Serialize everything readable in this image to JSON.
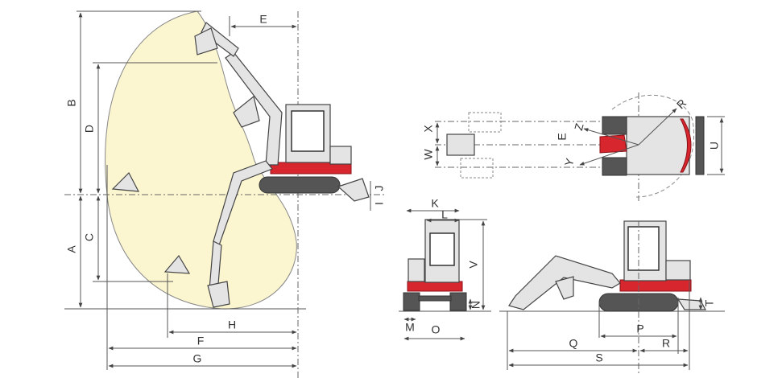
{
  "colors": {
    "envelope": "#fbf6cf",
    "machine_accent": "#d8262e",
    "machine_body": "#e4e4e4"
  },
  "working_range_view": {
    "labels": {
      "A": "A",
      "B": "B",
      "C": "C",
      "D": "D",
      "E": "E",
      "F": "F",
      "G": "G",
      "H": "H",
      "I": "I",
      "J": "J"
    }
  },
  "top_view": {
    "labels": {
      "X": "X",
      "W": "W",
      "E": "E",
      "Z": "Z",
      "Y": "Y",
      "R": "R",
      "U": "U"
    }
  },
  "rear_view": {
    "labels": {
      "K": "K",
      "L": "L",
      "V": "V",
      "N": "N",
      "M": "M",
      "O": "O"
    }
  },
  "side_view": {
    "labels": {
      "P": "P",
      "Q": "Q",
      "R": "R",
      "S": "S",
      "T": "T"
    }
  }
}
